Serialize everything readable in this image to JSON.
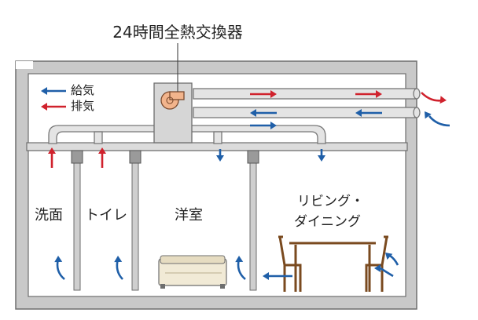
{
  "title": "24時間全熱交換器",
  "legend": {
    "supply": "給気",
    "exhaust": "排気"
  },
  "rooms": {
    "washroom": "洗面",
    "toilet": "トイレ",
    "western_room": "洋室",
    "living_line1": "リビング・",
    "living_line2": "ダイニング"
  },
  "colors": {
    "supply": "#1f5fa8",
    "exhaust": "#d0222d",
    "wall": "#c9c9c9",
    "wall_stroke": "#6e6e6e",
    "room_fill": "#ffffff",
    "duct": "#e4e4e4",
    "duct_stroke": "#777777",
    "unit": "#d6d6d6",
    "fan": "#f2b48c",
    "wood": "#a0662e",
    "bed": "#f1ead6"
  }
}
